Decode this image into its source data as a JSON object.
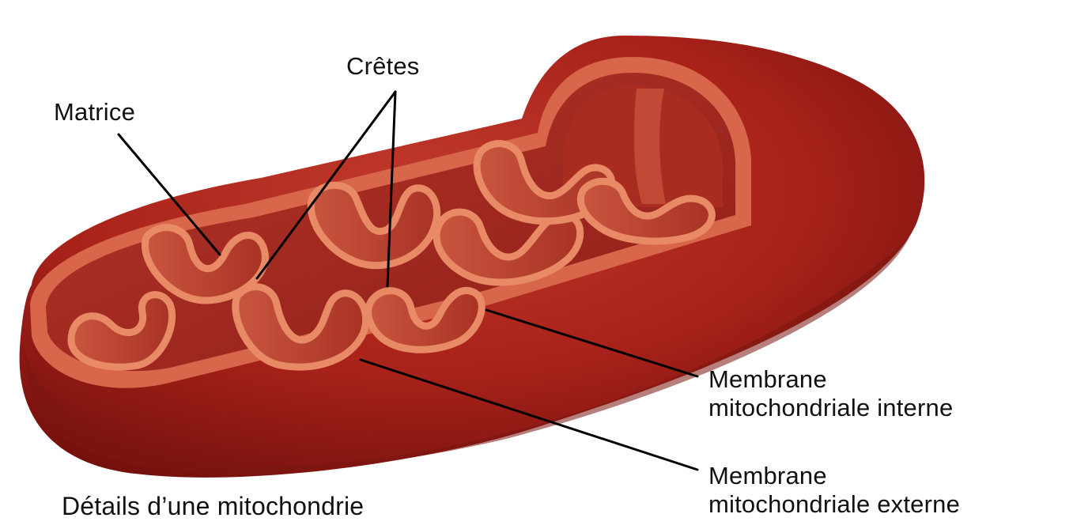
{
  "labels": {
    "cretes": "Crêtes",
    "matrice": "Matrice",
    "inner_membrane_line1": "Membrane",
    "inner_membrane_line2": "mitochondriale interne",
    "outer_membrane_line1": "Membrane",
    "outer_membrane_line2": "mitochondriale externe"
  },
  "caption": "Détails d’une mitochondrie",
  "colors": {
    "outer_membrane": "#a8221a",
    "outer_membrane_shadow": "#6f0f0b",
    "inner_membrane": "#e27a58",
    "matrix": "#b83a2a",
    "crista_fill": "#c24a36",
    "leader_line": "#000000"
  }
}
